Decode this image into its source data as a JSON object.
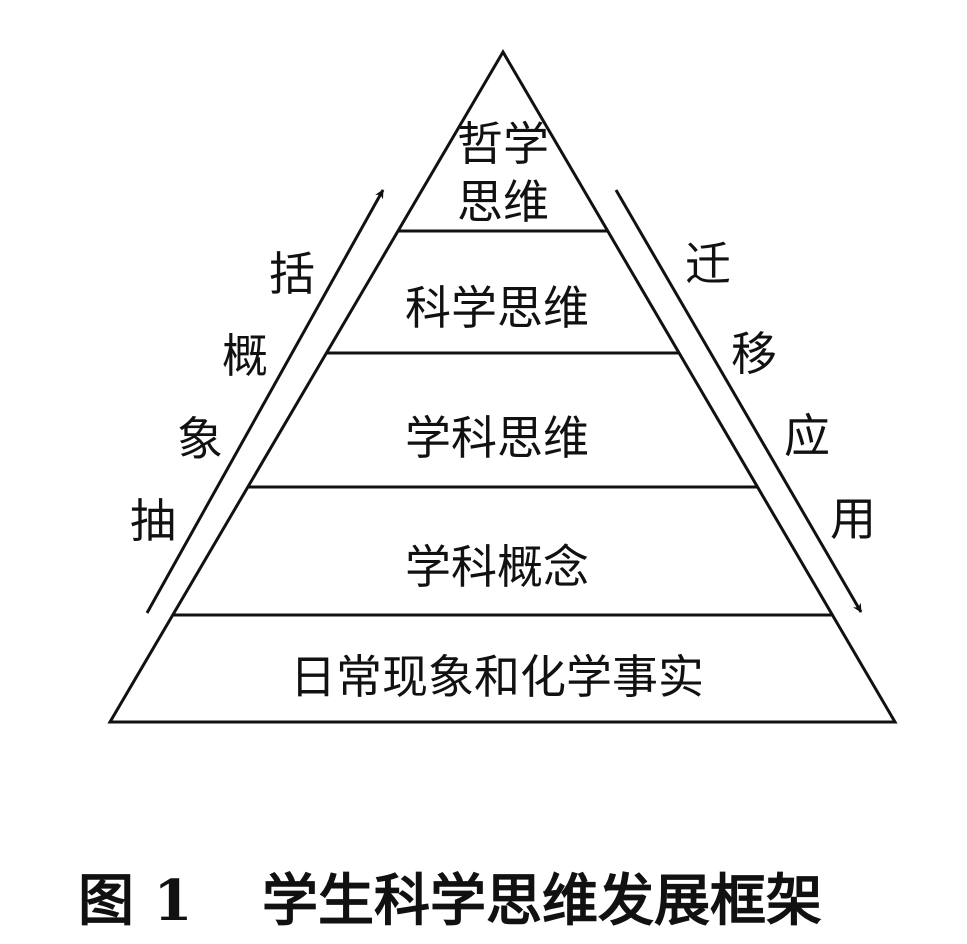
{
  "pyramid": {
    "levels": [
      {
        "line1": "哲学",
        "line2": "思维"
      },
      {
        "label": "科学思维"
      },
      {
        "label": "学科思维"
      },
      {
        "label": "学科概念"
      },
      {
        "label": "日常现象和化学事实"
      }
    ]
  },
  "left_arrow": {
    "chars": [
      "括",
      "概",
      "象",
      "抽"
    ]
  },
  "right_arrow": {
    "chars": [
      "迁",
      "移",
      "应",
      "用"
    ]
  },
  "caption": {
    "figure_number": "图 1",
    "title": "学生科学思维发展框架"
  }
}
